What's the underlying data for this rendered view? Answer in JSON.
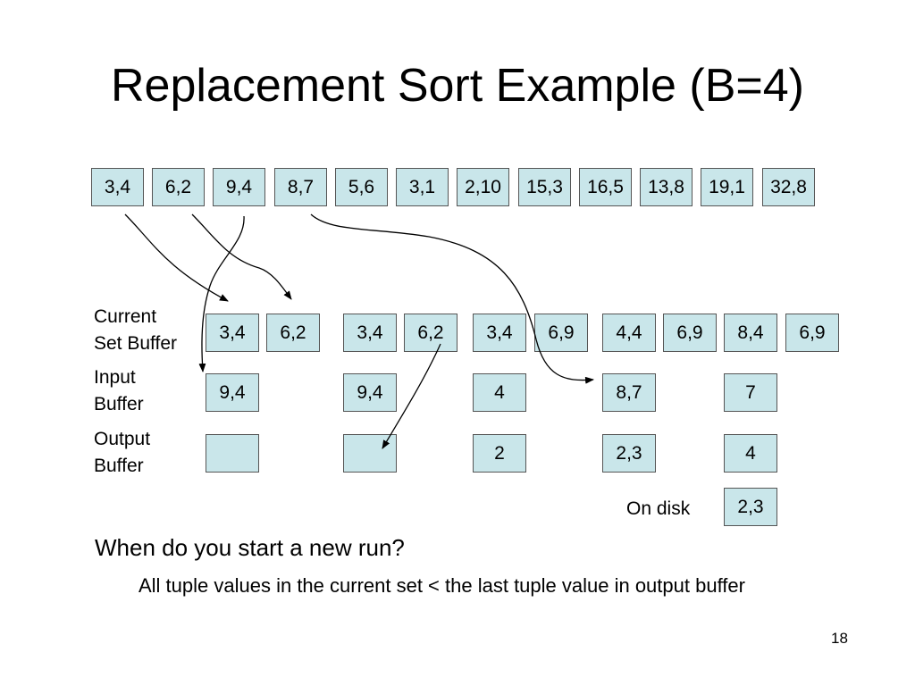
{
  "title": "Replacement Sort Example (B=4)",
  "input_tuples": [
    "3,4",
    "6,2",
    "9,4",
    "8,7",
    "5,6",
    "3,1",
    "2,10",
    "15,3",
    "16,5",
    "13,8",
    "19,1",
    "32,8"
  ],
  "row_labels": {
    "current_set": "Current\nSet Buffer",
    "input": "Input\nBuffer",
    "output": "Output\nBuffer"
  },
  "steps": [
    {
      "current_set": [
        "3,4",
        "6,2"
      ],
      "input": "9,4",
      "output": ""
    },
    {
      "current_set": [
        "3,4",
        "6,2"
      ],
      "input": "9,4",
      "output": ""
    },
    {
      "current_set": [
        "3,4",
        "6,9"
      ],
      "input": "4",
      "output": "2"
    },
    {
      "current_set": [
        "4,4",
        "6,9"
      ],
      "input": "8,7",
      "output": "2,3"
    },
    {
      "current_set": [
        "8,4",
        "6,9"
      ],
      "input": "7",
      "output": "4"
    }
  ],
  "on_disk": {
    "label": "On disk",
    "value": "2,3"
  },
  "question": "When do you start a new run?",
  "answer": "All tuple values in the current set < the last tuple value in output buffer",
  "slide_number": "18"
}
